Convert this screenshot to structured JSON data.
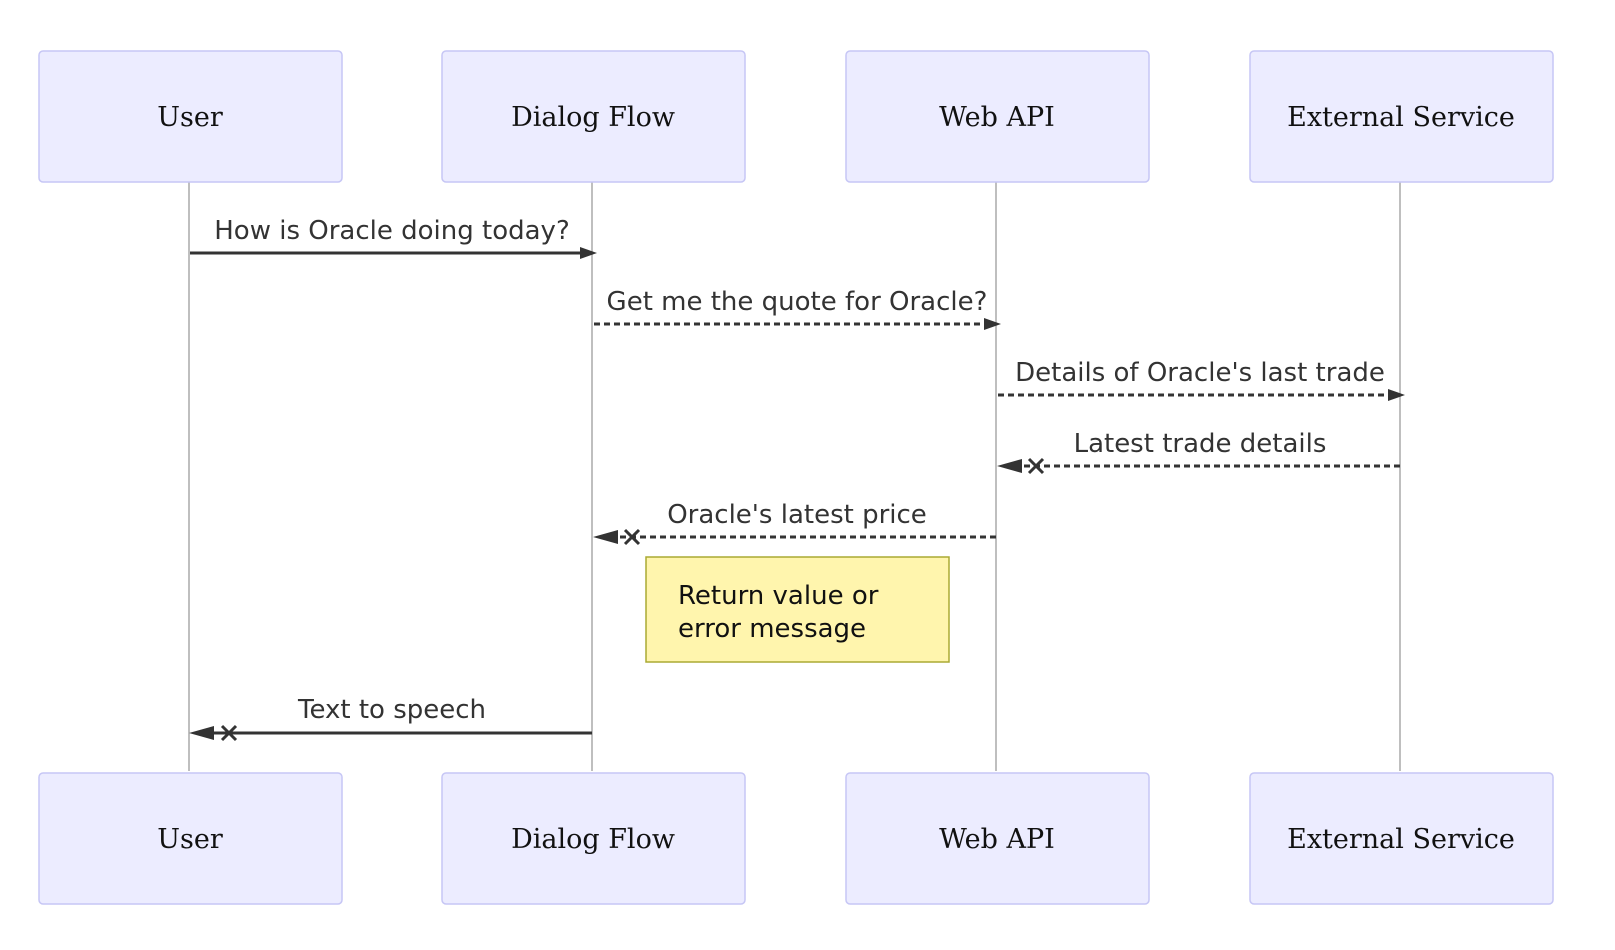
{
  "diagram": {
    "type": "sequence",
    "actors": [
      {
        "id": "user",
        "label": "User"
      },
      {
        "id": "dialog",
        "label": "Dialog Flow"
      },
      {
        "id": "webapi",
        "label": "Web API"
      },
      {
        "id": "external",
        "label": "External Service"
      }
    ],
    "messages": [
      {
        "from": "user",
        "to": "dialog",
        "label": "How is Oracle doing today?",
        "style": "solid",
        "end": "arrow"
      },
      {
        "from": "dialog",
        "to": "webapi",
        "label": "Get me the quote for Oracle?",
        "style": "dashed",
        "end": "arrow"
      },
      {
        "from": "webapi",
        "to": "external",
        "label": "Details of Oracle's last trade",
        "style": "dashed",
        "end": "arrow"
      },
      {
        "from": "external",
        "to": "webapi",
        "label": "Latest trade details",
        "style": "dashed",
        "end": "cross"
      },
      {
        "from": "webapi",
        "to": "dialog",
        "label": "Oracle's latest price",
        "style": "dashed",
        "end": "cross"
      },
      {
        "from": "dialog",
        "to": "user",
        "label": "Text to speech",
        "style": "solid",
        "end": "cross"
      }
    ],
    "note": {
      "lines": [
        "Return value or",
        "error message"
      ],
      "fill": "#FFF5AD",
      "border": "#AAAA33"
    },
    "colors": {
      "actor_fill": "#ECECFF",
      "actor_border": "#C6C6F5",
      "lifeline": "#AAAAAA",
      "message": "#333333"
    }
  }
}
